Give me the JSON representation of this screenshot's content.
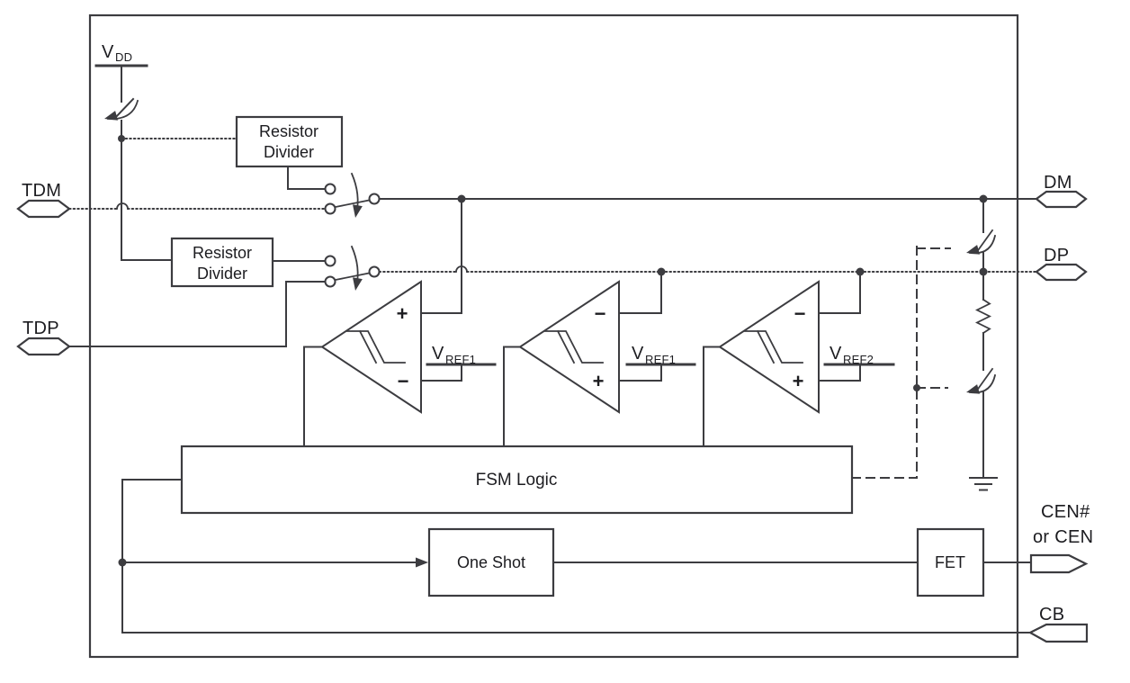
{
  "diagram": {
    "pins": {
      "tdm": "TDM",
      "tdp": "TDP",
      "dm": "DM",
      "dp": "DP",
      "cen_line1": "CEN#",
      "cen_line2": "or CEN",
      "cb": "CB"
    },
    "power": {
      "vdd_main": "V",
      "vdd_sub": "DD"
    },
    "blocks": {
      "rd1_line1": "Resistor",
      "rd1_line2": "Divider",
      "rd2_line1": "Resistor",
      "rd2_line2": "Divider",
      "fsm": "FSM Logic",
      "one_shot": "One Shot",
      "fet": "FET"
    },
    "comparators": [
      {
        "top_sign": "+",
        "bottom_sign": "−",
        "ref_main": "V",
        "ref_sub": "REF1"
      },
      {
        "top_sign": "−",
        "bottom_sign": "+",
        "ref_main": "V",
        "ref_sub": "REF1"
      },
      {
        "top_sign": "−",
        "bottom_sign": "+",
        "ref_main": "V",
        "ref_sub": "REF2"
      }
    ],
    "colors": {
      "line": "#3c3c40",
      "text": "#1c1c20",
      "background": "#ffffff"
    }
  }
}
